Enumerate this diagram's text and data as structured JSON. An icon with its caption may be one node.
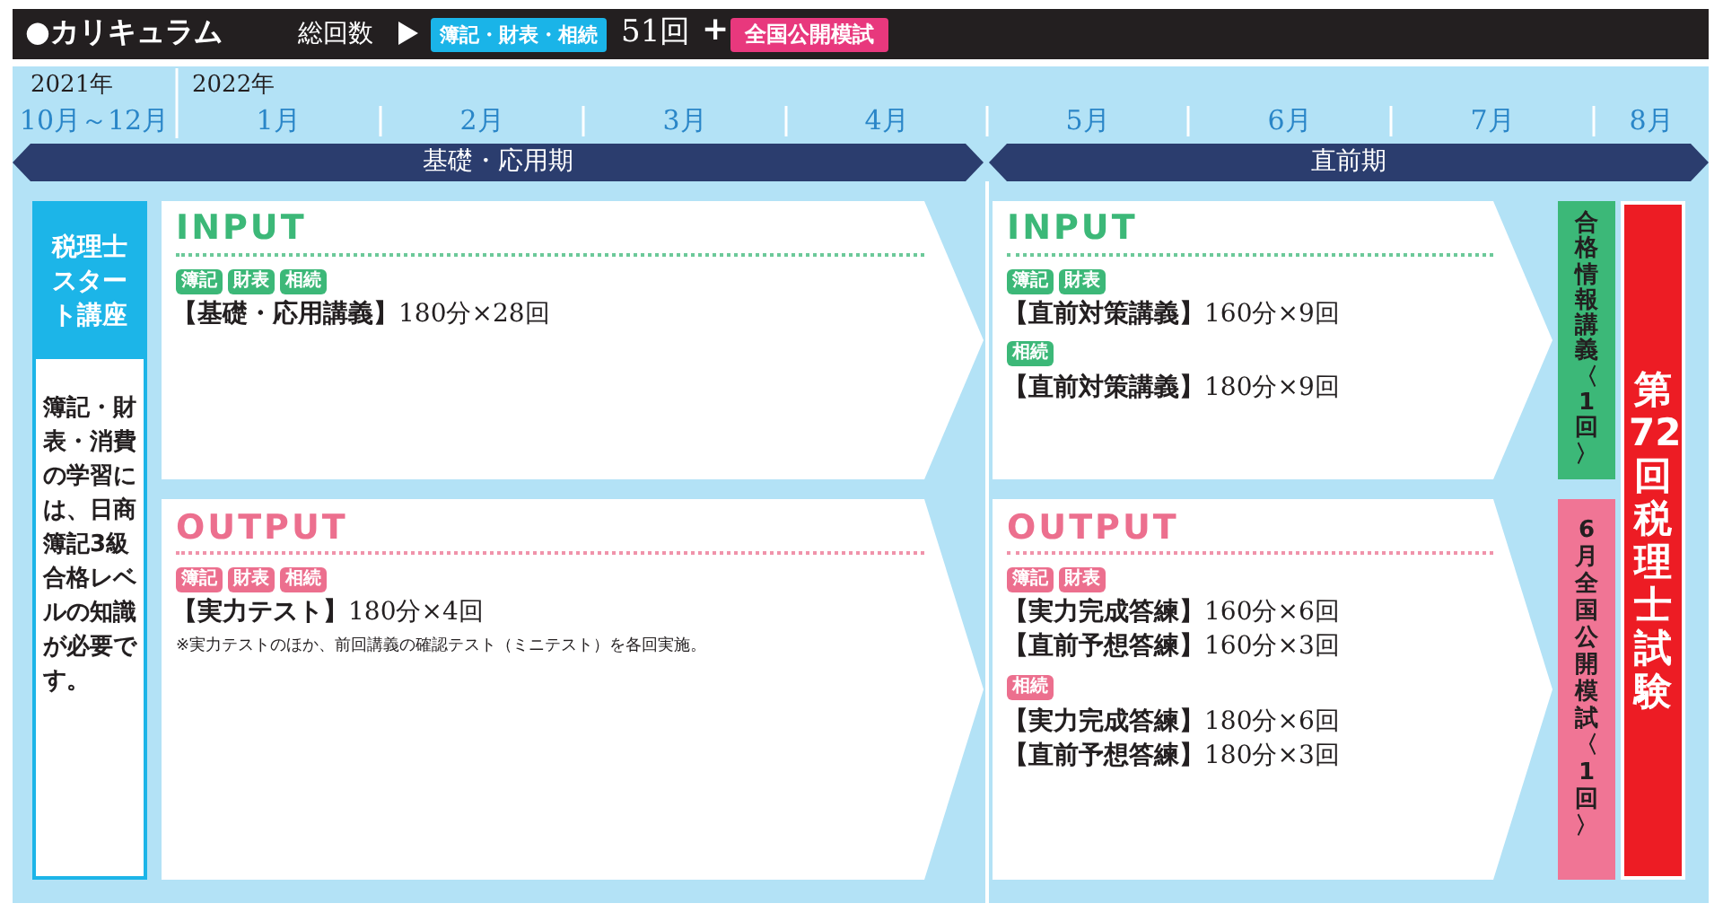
{
  "diagram": {
    "title": "●カリキュラム",
    "nodes": [
      {
        "text": [
          "簿記・財表・相続"
        ]
      },
      {
        "text": [
          "全国公開模試"
        ]
      },
      {
        "text": [
          "基礎・応用期"
        ]
      },
      {
        "text": [
          "直前期"
        ]
      },
      {
        "text": [
          "税理士スタート講座",
          "簿記・財表・消費の学習には、日商簿記3級合格レベルの知識が必要です。"
        ]
      },
      {
        "text": [
          "INPUT",
          "**【基礎・応用講義】**180分×28回"
        ]
      },
      {
        "text": [
          "簿記"
        ],
        "in": 5
      },
      {
        "text": [
          "財表"
        ],
        "in": 5
      },
      {
        "text": [
          "相続"
        ],
        "in": 5
      },
      {
        "text": [
          "OUTPUT",
          "**【実力テスト】**180分×4回",
          "※実力テストのほか、前回講義の確認テスト（ミニテスト）を各回実施。"
        ]
      },
      {
        "text": [
          "簿記"
        ],
        "in": 9
      },
      {
        "text": [
          "財表"
        ],
        "in": 9
      },
      {
        "text": [
          "相続"
        ],
        "in": 9
      },
      {
        "text": [
          "INPUT",
          "**【直前対策講義】**160分×9回",
          "**【直前対策講義】**180分×9回"
        ]
      },
      {
        "text": [
          "簿記"
        ],
        "in": 13
      },
      {
        "text": [
          "財表"
        ],
        "in": 13
      },
      {
        "text": [
          "相続"
        ],
        "in": 13
      },
      {
        "text": [
          "OUTPUT",
          "**【実力完成答練】**160分×6回",
          "**【直前予想答練】**160分×3回",
          "**【実力完成答練】**180分×6回",
          "**【直前予想答練】**180分×3回"
        ]
      },
      {
        "text": [
          "簿記"
        ],
        "in": 17
      },
      {
        "text": [
          "財表"
        ],
        "in": 17
      },
      {
        "text": [
          "相続"
        ],
        "in": 17
      },
      {
        "text": [
          "合格情報講義〈1回〉"
        ]
      },
      {
        "text": [
          "6月全国公開模試〈1回〉"
        ]
      },
      {
        "text": [
          "第72回税理士試験"
        ]
      }
    ],
    "labels": [
      "総回数",
      "51回",
      "+",
      "2021年",
      "2022年",
      "10月～12月",
      "1月",
      "2月",
      "3月",
      "4月",
      "5月",
      "6月",
      "7月",
      "8月"
    ]
  }
}
